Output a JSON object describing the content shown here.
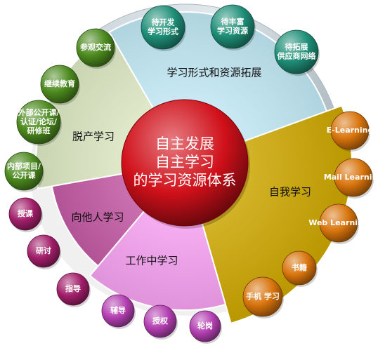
{
  "center": {
    "lines": [
      "自主发展",
      "自主学习",
      "的学习资源体系"
    ],
    "color": "#d0101a"
  },
  "sectors": [
    {
      "id": "form-resource-expansion",
      "label": "学习形式和资源拓展",
      "color": "#bfe6f2",
      "nodes": [
        {
          "id": "develop-forms",
          "lines": [
            "待开发",
            "学习形式"
          ],
          "color": "#1f8f78"
        },
        {
          "id": "enrich-resources",
          "lines": [
            "待丰富",
            "学习资源"
          ],
          "color": "#1f8f78"
        },
        {
          "id": "expand-vendor-network",
          "lines": [
            "待拓展",
            "供应商网络"
          ],
          "color": "#1f8f78"
        }
      ]
    },
    {
      "id": "self-learning",
      "label": "自我学习",
      "color": "#caa400",
      "nodes": [
        {
          "id": "e-learning",
          "lines": [
            "E-Learning"
          ],
          "color": "#d8740c"
        },
        {
          "id": "mail-learning",
          "lines": [
            "Mail Learning"
          ],
          "color": "#d8740c"
        },
        {
          "id": "web-learning",
          "lines": [
            "Web Learning"
          ],
          "color": "#d8740c"
        },
        {
          "id": "books",
          "lines": [
            "书籍"
          ],
          "color": "#d8740c"
        },
        {
          "id": "mobile-learning",
          "lines": [
            "手机 学习"
          ],
          "color": "#d8740c"
        }
      ]
    },
    {
      "id": "on-the-job-learning",
      "label": "工作中学习",
      "color": "#f4a0ee",
      "nodes": [
        {
          "id": "rotation",
          "lines": [
            "轮岗"
          ],
          "color": "#b43fb2"
        },
        {
          "id": "delegation",
          "lines": [
            "授权"
          ],
          "color": "#b43fb2"
        },
        {
          "id": "coaching",
          "lines": [
            "辅导"
          ],
          "color": "#b43fb2"
        }
      ]
    },
    {
      "id": "learn-from-others",
      "label": "向他人学习",
      "color": "#c35aa4",
      "nodes": [
        {
          "id": "mentoring",
          "lines": [
            "指导"
          ],
          "color": "#a21e6a"
        },
        {
          "id": "seminar",
          "lines": [
            "研讨"
          ],
          "color": "#a21e6a"
        },
        {
          "id": "lecturing",
          "lines": [
            "授课"
          ],
          "color": "#a21e6a"
        }
      ]
    },
    {
      "id": "off-the-job-learning",
      "label": "脱产学习",
      "color": "#dbe6c2",
      "nodes": [
        {
          "id": "internal-project",
          "lines": [
            "内部项目/",
            "公开课"
          ],
          "color": "#4c8a1e"
        },
        {
          "id": "external-courses",
          "lines": [
            "外部公开课/",
            "认证/论坛/",
            "研修班"
          ],
          "color": "#4c8a1e"
        },
        {
          "id": "continuing-education",
          "lines": [
            "继续教育"
          ],
          "color": "#4c8a1e"
        },
        {
          "id": "study-visit",
          "lines": [
            "参观交流"
          ],
          "color": "#4c8a1e"
        }
      ]
    }
  ]
}
